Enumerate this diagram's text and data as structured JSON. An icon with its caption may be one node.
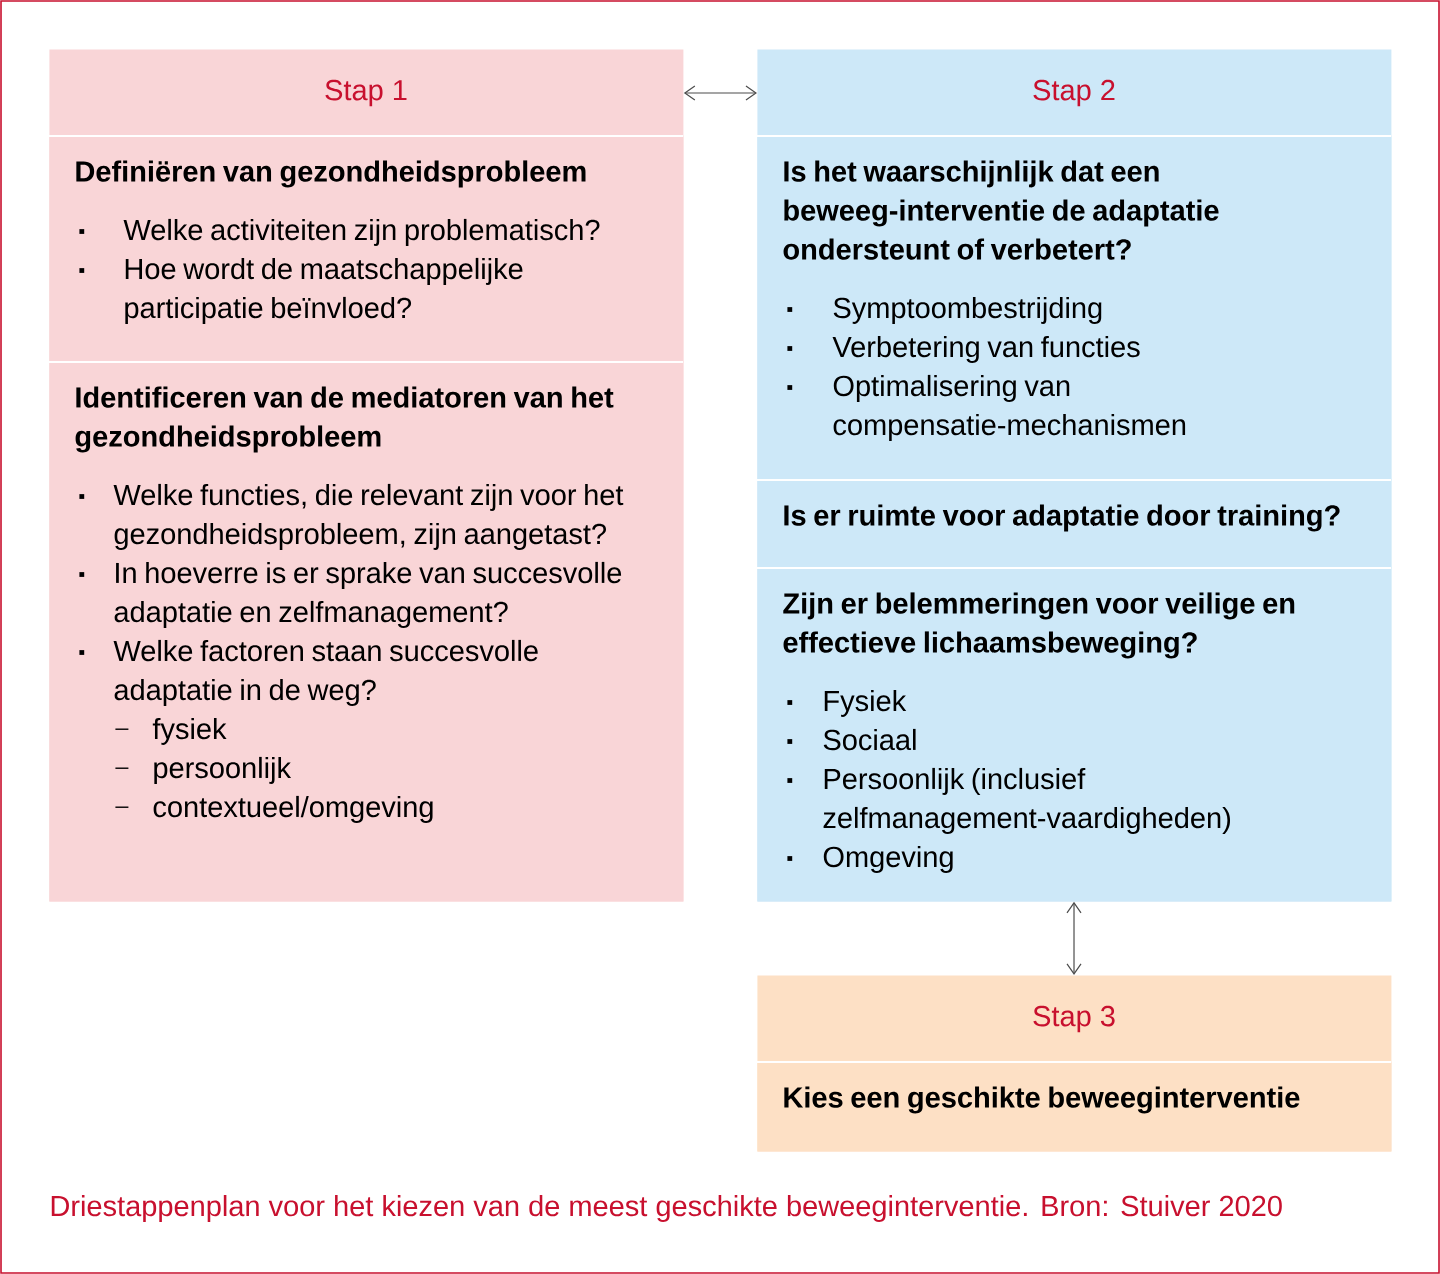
{
  "diagram": {
    "caption": "Driestappenplan voor het kiezen van de meest geschikte beweeginterventie. Bron: Stuiver 2020",
    "nodes": [
      {
        "text": [
          "Stap 1"
        ]
      },
      {
        "text": [
          "Definiëren van gezondheidsprobleem",
          "Welke activiteiten zijn problematisch?",
          "Hoe wordt de maatschappelijke participatie beïnvloed?"
        ],
        "in": 0
      },
      {
        "text": [
          "Identificeren van de mediatoren van het gezondheidsprobleem",
          "Welke functies, die relevant zijn voor het gezondheidsprobleem, zijn aangetast?",
          "In hoeverre is er sprake van succesvolle adaptatie en zelfmanagement?",
          "Welke factoren staan succesvolle adaptatie in de weg?",
          "fysiek",
          "persoonlijk",
          "contextueel/omgeving"
        ],
        "in": 0
      },
      {
        "text": [
          "Stap 2"
        ]
      },
      {
        "text": [
          "Is het waarschijnlijk dat een beweeg-interventie de adaptatie ondersteunt of verbetert?",
          "Symptoombestrijding",
          "Verbetering van functies",
          "Optimalisering van compensatie-mechanismen"
        ],
        "in": 3
      },
      {
        "text": [
          "Is er ruimte voor adaptatie door training?"
        ],
        "in": 3
      },
      {
        "text": [
          "Zijn er belemmeringen voor veilige en effectieve lichaamsbeweging?",
          "Fysiek",
          "Sociaal",
          "Persoonlijk (inclusief zelfmanagement-vaardigheden)",
          "Omgeving"
        ],
        "in": 3
      },
      {
        "text": [
          "Stap 3"
        ]
      },
      {
        "text": [
          "Kies een geschikte beweeginterventie"
        ],
        "in": 7
      }
    ],
    "edges": [
      {
        "from": 0,
        "to": 3,
        "arrow": "both"
      },
      {
        "from": 3,
        "to": 7,
        "arrow": "both"
      }
    ]
  }
}
